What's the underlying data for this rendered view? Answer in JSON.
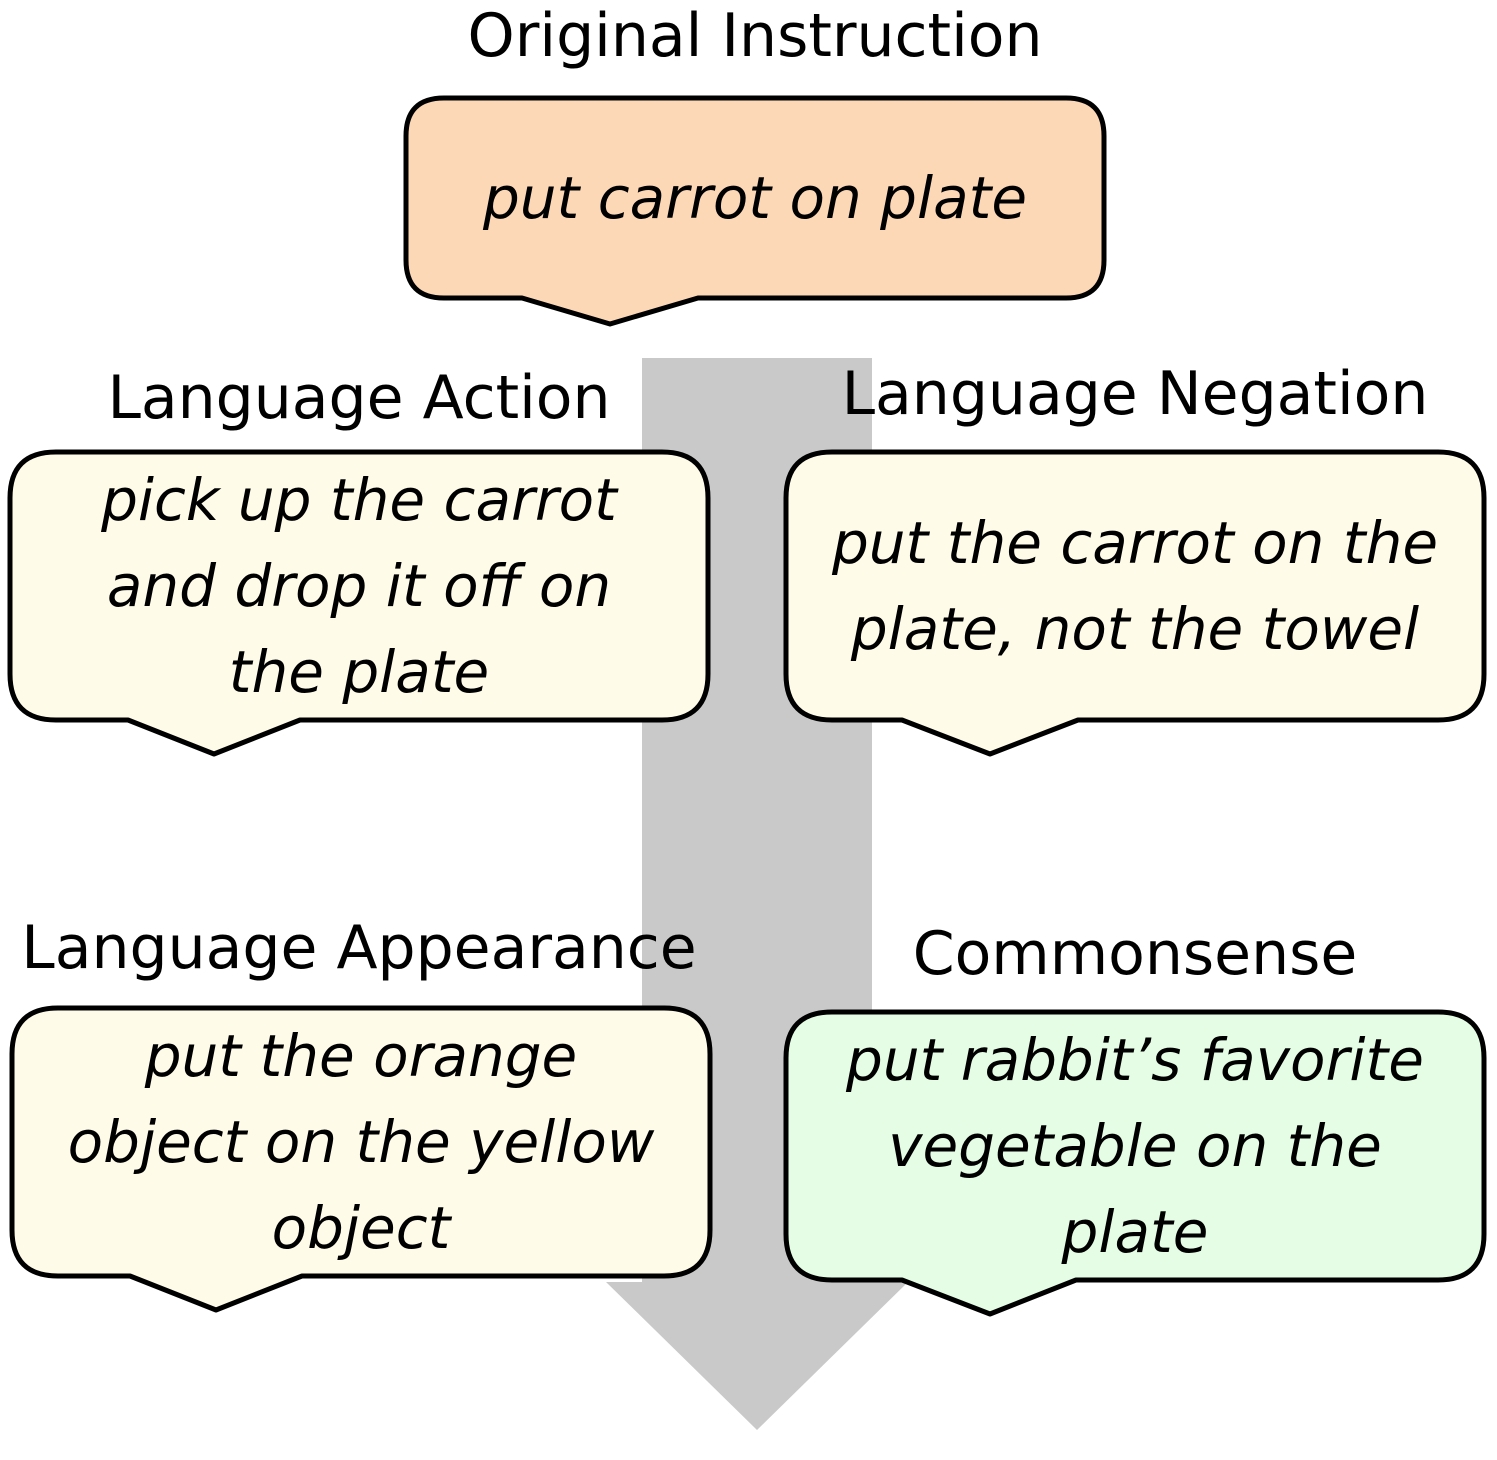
{
  "colors": {
    "arrow": "#c9c9c9",
    "outline": "#000000",
    "original_fill": "#fdd8b6",
    "variant_fill": "#fefbe9",
    "commonsense_fill": "#e4fde4"
  },
  "original": {
    "heading": "Original Instruction",
    "text": "put carrot on plate"
  },
  "variants": [
    {
      "heading": "Language Action",
      "text": "pick up the carrot\nand drop it off on\nthe plate"
    },
    {
      "heading": "Language Negation",
      "text": "put the carrot on the\nplate, not the towel"
    },
    {
      "heading": "Language Appearance",
      "text": "put the orange\nobject on the yellow\nobject"
    },
    {
      "heading": "Commonsense",
      "text": "put rabbit’s favorite\nvegetable on the\nplate"
    }
  ]
}
